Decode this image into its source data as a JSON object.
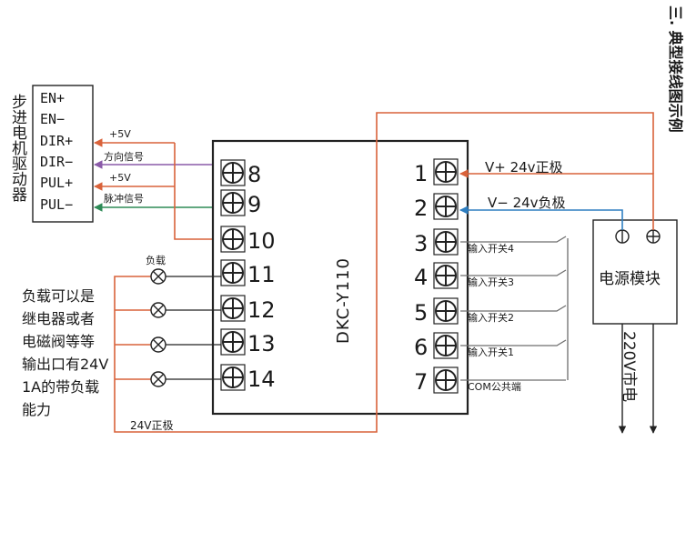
{
  "heading": "三. 典型接线图示例",
  "driver": {
    "title": "步进电机驱动器",
    "pins": [
      "EN+",
      "EN−",
      "DIR+",
      "DIR−",
      "PUL+",
      "PUL−"
    ]
  },
  "signals": {
    "plus5v_1": "+5V",
    "dir_signal": "方向信号",
    "plus5v_2": "+5V",
    "pulse_signal": "脉冲信号"
  },
  "module": {
    "name": "DKC-Y110",
    "left_terminals": [
      "8",
      "9",
      "10",
      "11",
      "12",
      "13",
      "14"
    ],
    "right_terminals": [
      "1",
      "2",
      "3",
      "4",
      "5",
      "6",
      "7"
    ]
  },
  "power": {
    "v_plus": "V+ 24v正极",
    "v_minus": "V− 24v负极",
    "module_label": "电源模块",
    "mains": "220V市电"
  },
  "inputs": [
    "输入开关4",
    "输入开关3",
    "输入开关2",
    "输入开关1",
    "COM公共端"
  ],
  "load": {
    "label": "负载",
    "note_lines": [
      "负载可以是",
      "继电器或者",
      "电磁阀等等",
      "输出口有24V",
      "1A的带负载",
      "能力"
    ],
    "supply": "24V正极"
  },
  "colors": {
    "wire_orange": "#d9623a",
    "wire_purple": "#8a5aa8",
    "wire_green": "#2e8b57",
    "wire_blue": "#2f7fc1"
  }
}
